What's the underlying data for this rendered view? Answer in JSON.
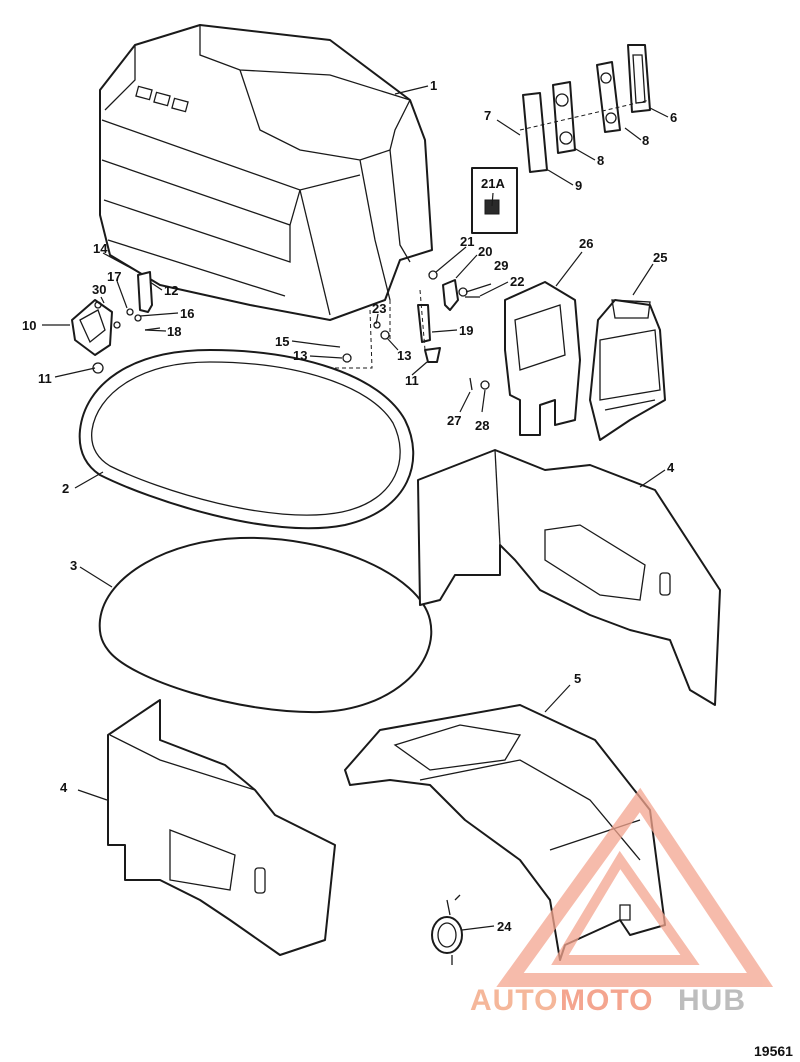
{
  "diagram": {
    "figure_number": "19561",
    "callouts": {
      "c1": "1",
      "c2": "2",
      "c3": "3",
      "c4a": "4",
      "c4b": "4",
      "c5": "5",
      "c6": "6",
      "c7": "7",
      "c8a": "8",
      "c8b": "8",
      "c9": "9",
      "c10": "10",
      "c11a": "11",
      "c11b": "11",
      "c12": "12",
      "c13a": "13",
      "c13b": "13",
      "c14": "14",
      "c15": "15",
      "c16": "16",
      "c17": "17",
      "c18": "18",
      "c19": "19",
      "c20": "20",
      "c21": "21",
      "c21A": "21A",
      "c22": "22",
      "c23": "23",
      "c24": "24",
      "c25": "25",
      "c26": "26",
      "c27": "27",
      "c28": "28",
      "c29": "29",
      "c30": "30"
    }
  },
  "watermark": {
    "text_auto": "AUTO",
    "text_moto": "MOTO",
    "text_hub": "HUB",
    "color_light": "#f4a58f",
    "color_orange": "#f5b79a",
    "color_gray": "#bdbdbd"
  }
}
